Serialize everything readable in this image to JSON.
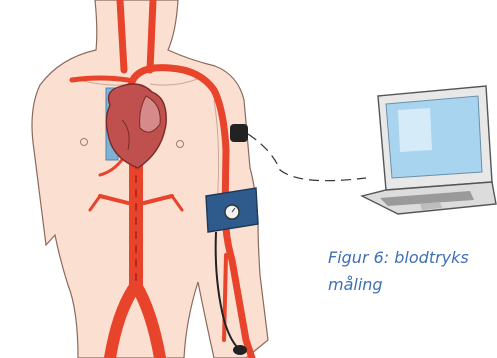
{
  "caption": {
    "line1": "Figur 6: blodtryks",
    "line2": "måling"
  },
  "colors": {
    "skin": "#fbe0d2",
    "skin_outline": "#8a6a5e",
    "artery": "#e8432b",
    "artery_dark": "#b42a1a",
    "vein": "#7eb3d8",
    "heart": "#c0504d",
    "cuff": "#2e5a8c",
    "laptop_screen": "#a9d4f0",
    "laptop_body": "#e8e8e8",
    "cable": "#333333",
    "caption": "#3f6fb5"
  },
  "icons": [
    "torso-illustration",
    "heart-icon",
    "blood-pressure-cuff-icon",
    "pressure-gauge-icon",
    "laptop-icon",
    "wrist-sensor-icon"
  ]
}
